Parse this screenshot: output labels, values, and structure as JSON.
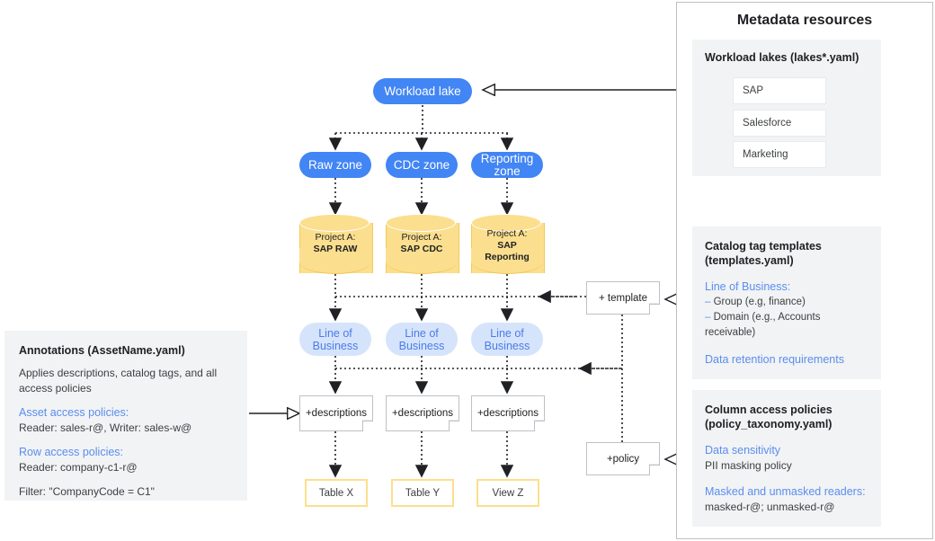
{
  "diagram": {
    "flow": {
      "workload_lake": "Workload lake",
      "zones": [
        "Raw zone",
        "CDC zone",
        "Reporting\nzone"
      ],
      "projects": [
        {
          "line1": "Project A:",
          "line2": "SAP RAW"
        },
        {
          "line1": "Project A:",
          "line2": "SAP CDC"
        },
        {
          "line1": "Project A:",
          "line2": "SAP\nReporting"
        }
      ],
      "lob_label": "Line of\nBusiness",
      "descriptions_label": "+descriptions",
      "assets": [
        "Table X",
        "Table Y",
        "View Z"
      ],
      "template_note": "+ template",
      "policy_note": "+policy"
    },
    "annotations": {
      "title": "Annotations (AssetName.yaml)",
      "intro": "Applies descriptions, catalog tags, and all access policies",
      "asset_policies_head": "Asset access policies:",
      "asset_policies_body": "Reader: sales-r@, Writer: sales-w@",
      "row_policies_head": "Row access policies:",
      "row_policies_body": "Reader: company-c1-r@",
      "filter": "Filter: \"CompanyCode = C1\""
    },
    "metadata_panel": {
      "title": "Metadata resources",
      "workload_lakes": {
        "title": "Workload lakes (lakes*.yaml)",
        "items": [
          "SAP",
          "Salesforce",
          "Marketing"
        ]
      },
      "catalog_templates": {
        "title_line1": "Catalog tag templates",
        "title_line2": "(templates.yaml)",
        "lob_head": "Line of Business:",
        "lob_items": [
          "Group (e.g, finance)",
          "Domain (e.g., Accounts receivable)"
        ],
        "retention": "Data retention requirements"
      },
      "column_policies": {
        "title_line1": "Column access policies",
        "title_line2": "(policy_taxonomy.yaml)",
        "sensitivity_head": "Data sensitivity",
        "sensitivity_body": "PII masking policy",
        "readers_head": "Masked and unmasked readers:",
        "readers_body": "masked-r@; unmasked-r@"
      }
    },
    "colors": {
      "blue": "#4285f4",
      "light_blue": "#d6e4fb",
      "yellow": "#fbdf8e",
      "panel_grey": "#f1f3f4",
      "link_blue": "#5b8def"
    }
  }
}
